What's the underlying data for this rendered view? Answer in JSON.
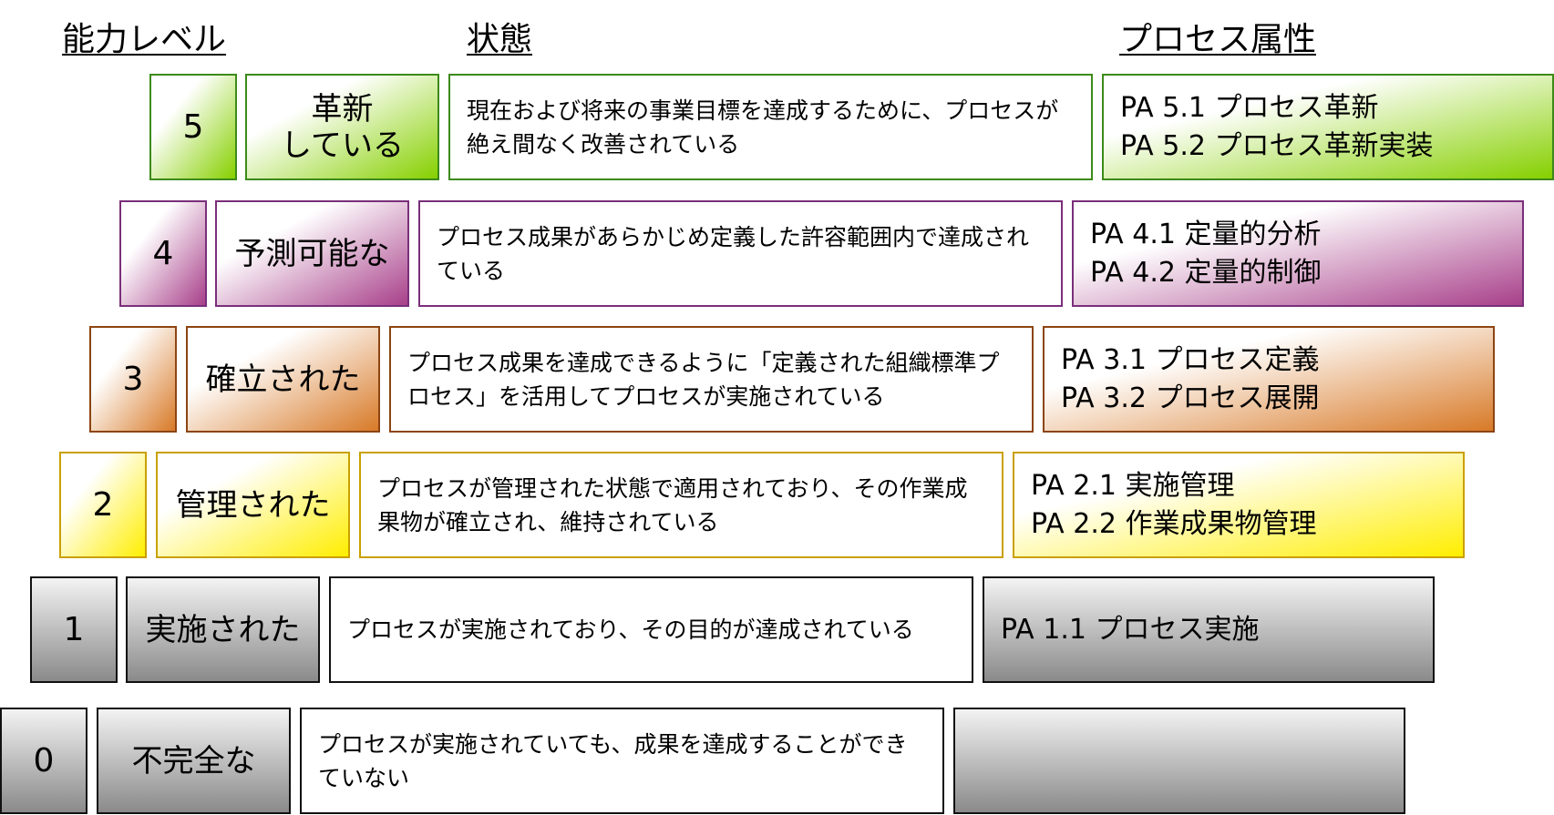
{
  "headers": {
    "capability_level": "能力レベル",
    "state": "状態",
    "process_attributes": "プロセス属性"
  },
  "rows": [
    {
      "level": "5",
      "name_lines": [
        "革新",
        "している"
      ],
      "state": "現在および将来の事業目標を達成するために、プロセスが絶え間なく改善されている",
      "attributes": [
        "PA 5.1 プロセス革新",
        "PA 5.2 プロセス革新実装"
      ],
      "color": "#86d000"
    },
    {
      "level": "4",
      "name_lines": [
        "予測可能な"
      ],
      "state": "プロセス成果があらかじめ定義した許容範囲内で達成されている",
      "attributes": [
        "PA 4.1 定量的分析",
        "PA 4.2 定量的制御"
      ],
      "color": "#a8408a"
    },
    {
      "level": "3",
      "name_lines": [
        "確立された"
      ],
      "state": "プロセス成果を達成できるように「定義された組織標準プロセス」を活用してプロセスが実施されている",
      "attributes": [
        "PA 3.1 プロセス定義",
        "PA 3.2 プロセス展開"
      ],
      "color": "#d87a28"
    },
    {
      "level": "2",
      "name_lines": [
        "管理された"
      ],
      "state": "プロセスが管理された状態で適用されており、その作業成果物が確立され、維持されている",
      "attributes": [
        "PA 2.1 実施管理",
        "PA 2.2 作業成果物管理"
      ],
      "color": "#ffee00"
    },
    {
      "level": "1",
      "name_lines": [
        "実施された"
      ],
      "state": "プロセスが実施されており、その目的が達成されている",
      "attributes": [
        "PA 1.1 プロセス実施"
      ],
      "color": "#8a8a8a"
    },
    {
      "level": "0",
      "name_lines": [
        "不完全な"
      ],
      "state": "プロセスが実施されていても、成果を達成することができていない",
      "attributes": [],
      "color": "#8a8a8a"
    }
  ]
}
